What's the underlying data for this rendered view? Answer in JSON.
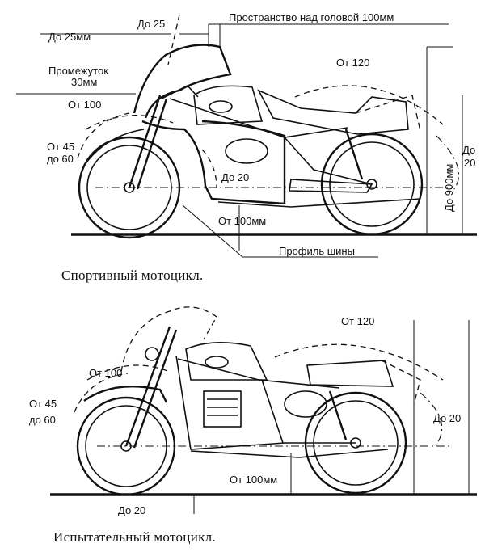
{
  "sport": {
    "caption": "Спортивный мотоцикл.",
    "labels": {
      "up_to_25mm": "До 25мм",
      "up_to_25deg": "До 25",
      "head_space": "Пространство над головой 100мм",
      "gap_line1": "Промежуток",
      "gap_line2": "30мм",
      "from_120": "От 120",
      "from_100": "От  100",
      "from_45": "От 45",
      "to_60": "до 60",
      "to_20": "До 20",
      "up_to_900mm": "До 900мм",
      "up_to_20_line1": "До",
      "up_to_20_line2": "20",
      "from_100mm": "От 100мм",
      "tire_profile": "Профиль шины"
    }
  },
  "trial": {
    "caption": "Испытательный мотоцикл.",
    "labels": {
      "from_120": "От 120",
      "from_100": "От 100",
      "from_45": "От  45",
      "to_60": "до 60",
      "up_to_20_right": "До 20",
      "from_100mm": "От 100мм",
      "up_to_20_bottom": "До 20"
    }
  }
}
